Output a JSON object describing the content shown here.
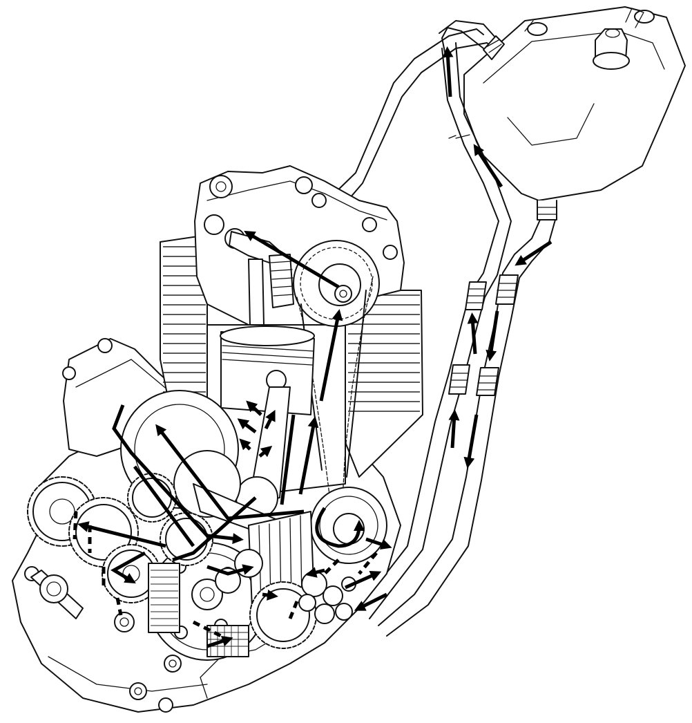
{
  "diagram": {
    "type": "technical-illustration",
    "components": [
      {
        "id": "oil-tank",
        "icon": "oil-tank-icon"
      },
      {
        "id": "oil-feed-hose",
        "icon": "hose-icon"
      },
      {
        "id": "oil-return-hose",
        "icon": "hose-icon"
      },
      {
        "id": "hose-clamp",
        "icon": "clamp-icon"
      },
      {
        "id": "cylinder-head",
        "icon": "cylinder-head-icon"
      },
      {
        "id": "camshaft-sprocket",
        "icon": "sprocket-icon"
      },
      {
        "id": "rocker-arm",
        "icon": "rocker-icon"
      },
      {
        "id": "cylinder-fins",
        "icon": "fins-icon"
      },
      {
        "id": "piston",
        "icon": "piston-icon"
      },
      {
        "id": "connecting-rod",
        "icon": "rod-icon"
      },
      {
        "id": "crankshaft",
        "icon": "crank-icon"
      },
      {
        "id": "transmission-gears",
        "icon": "gear-icon"
      },
      {
        "id": "drive-sprocket",
        "icon": "sprocket-icon"
      },
      {
        "id": "clutch",
        "icon": "clutch-icon"
      },
      {
        "id": "oil-pump",
        "icon": "pump-icon"
      },
      {
        "id": "oil-filter",
        "icon": "filter-icon"
      },
      {
        "id": "crankcase",
        "icon": "crankcase-icon"
      }
    ],
    "flow_arrow_color": "#000000",
    "line_color": "#111111",
    "background": "#ffffff"
  }
}
